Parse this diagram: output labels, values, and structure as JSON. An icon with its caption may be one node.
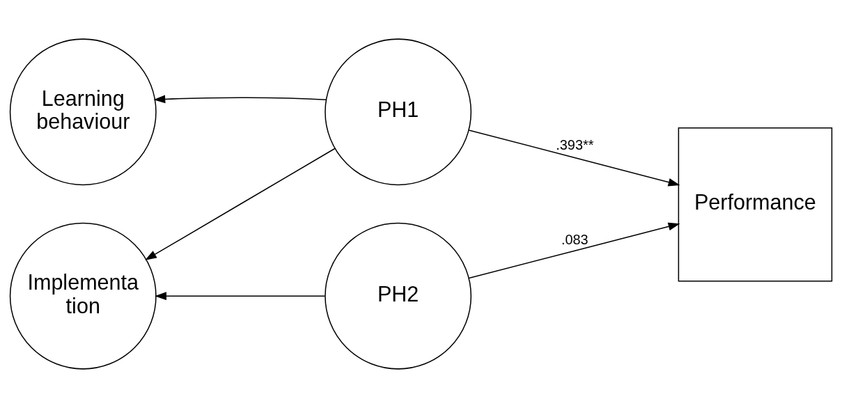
{
  "diagram": {
    "nodes": [
      {
        "text": [
          "Learning behaviour"
        ]
      },
      {
        "text": [
          "PH1"
        ]
      },
      {
        "text": [
          "Implementa tion"
        ]
      },
      {
        "text": [
          "PH2"
        ]
      },
      {
        "text": [
          "Performance"
        ]
      }
    ],
    "edges": [
      {
        "from": 1,
        "to": 0,
        "arrow": "to"
      },
      {
        "from": 1,
        "to": 2,
        "arrow": "to"
      },
      {
        "from": 3,
        "to": 2,
        "arrow": "to"
      },
      {
        "from": 1,
        "to": 4,
        "arrow": "to",
        "label": ".393**"
      },
      {
        "from": 3,
        "to": 4,
        "arrow": "to",
        "label": ".083"
      }
    ]
  }
}
